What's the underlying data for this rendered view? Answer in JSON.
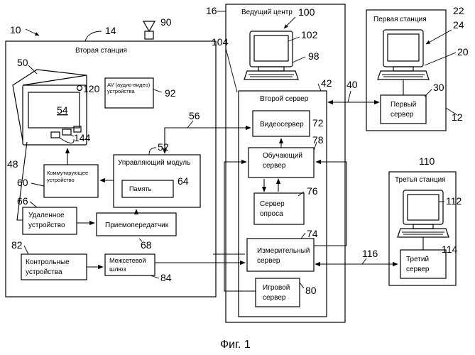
{
  "figure": {
    "caption": "Фиг. 1",
    "ref_main": "10",
    "ref_antenna": "90"
  },
  "second_station": {
    "ref": "14",
    "title": "Вторая станция",
    "tv": {
      "ref": "50",
      "screen_ref": "54",
      "corner_ref": "120",
      "ports_ref": "144",
      "cable_ref": "48"
    },
    "av_device": {
      "ref": "92",
      "label_line1": "AV (аудио-видео)",
      "label_line2": "устройства"
    },
    "switching_device": {
      "ref": "60",
      "label_line1": "Коммутирующее",
      "label_line2": "устройство"
    },
    "control_module": {
      "ref": "52",
      "label": "Управляющий модуль"
    },
    "memory": {
      "ref": "64",
      "label": "Память"
    },
    "remote_device": {
      "ref": "66",
      "label_line1": "Удаленное",
      "label_line2": "устройство"
    },
    "transceiver": {
      "ref": "68",
      "label": "Приемопередатчик"
    },
    "control_devices": {
      "ref": "82",
      "label_line1": "Контрольные",
      "label_line2": "устройства"
    },
    "gateway": {
      "ref": "84",
      "label_line1": "Межсетевой",
      "label_line2": "шлюз"
    }
  },
  "head_center": {
    "ref": "16",
    "title": "Ведущий центр",
    "computer_ref": "100",
    "monitor_ref": "102",
    "keyboard_ref": "98",
    "inner_ref": "104"
  },
  "second_server": {
    "ref": "42",
    "title": "Второй сервер",
    "video_server": {
      "ref": "72",
      "label": "Видеосервер"
    },
    "training_server": {
      "ref": "78",
      "label_line1": "Обучающий",
      "label_line2": "сервер"
    },
    "poll_server": {
      "ref": "76",
      "label_line1": "Сервер",
      "label_line2": "опроса"
    },
    "measuring_server": {
      "ref": "74",
      "label_line1": "Измерительный",
      "label_line2": "сервер"
    },
    "game_server": {
      "ref": "80",
      "label_line1": "Игровой",
      "label_line2": "сервер"
    }
  },
  "links": {
    "link_56": "56",
    "link_40": "40",
    "link_116": "116"
  },
  "first_station": {
    "ref": "12",
    "title": "Первая станция",
    "computer_ref": "22",
    "monitor_ref": "24",
    "keyboard_ref": "20",
    "server": {
      "ref": "30",
      "label_line1": "Первый",
      "label_line2": "сервер"
    }
  },
  "third_station": {
    "ref": "110",
    "title": "Третья станция",
    "monitor_ref": "112",
    "server": {
      "ref": "114",
      "label_line1": "Третий",
      "label_line2": "сервер"
    }
  }
}
